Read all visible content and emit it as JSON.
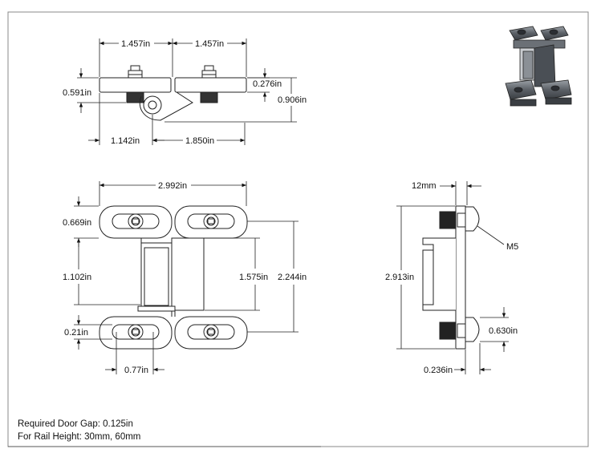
{
  "top_view": {
    "dim_left_width": "1.457in",
    "dim_right_width": "1.457in",
    "dim_plate_thickness": "0.276in",
    "dim_left_height": "0.591in",
    "dim_total_height": "0.906in",
    "dim_left_offset": "1.142in",
    "dim_right_offset": "1.850in"
  },
  "front_view": {
    "dim_overall_width": "2.992in",
    "dim_top_ear": "0.669in",
    "dim_mid_height": "1.102in",
    "dim_bottom_ear": "0.21in",
    "dim_hole_offset": "0.77in",
    "dim_slot_span": "1.575in",
    "dim_overall_height": "2.244in"
  },
  "side_view": {
    "dim_top_width": "12mm",
    "callout_screw": "M5",
    "dim_height": "2.913in",
    "dim_screw_spacing": "0.630in",
    "dim_bottom_width": "0.236in"
  },
  "notes": {
    "door_gap": "Required Door Gap: 0.125in",
    "rail_height": "For Rail Height: 30mm, 60mm"
  }
}
